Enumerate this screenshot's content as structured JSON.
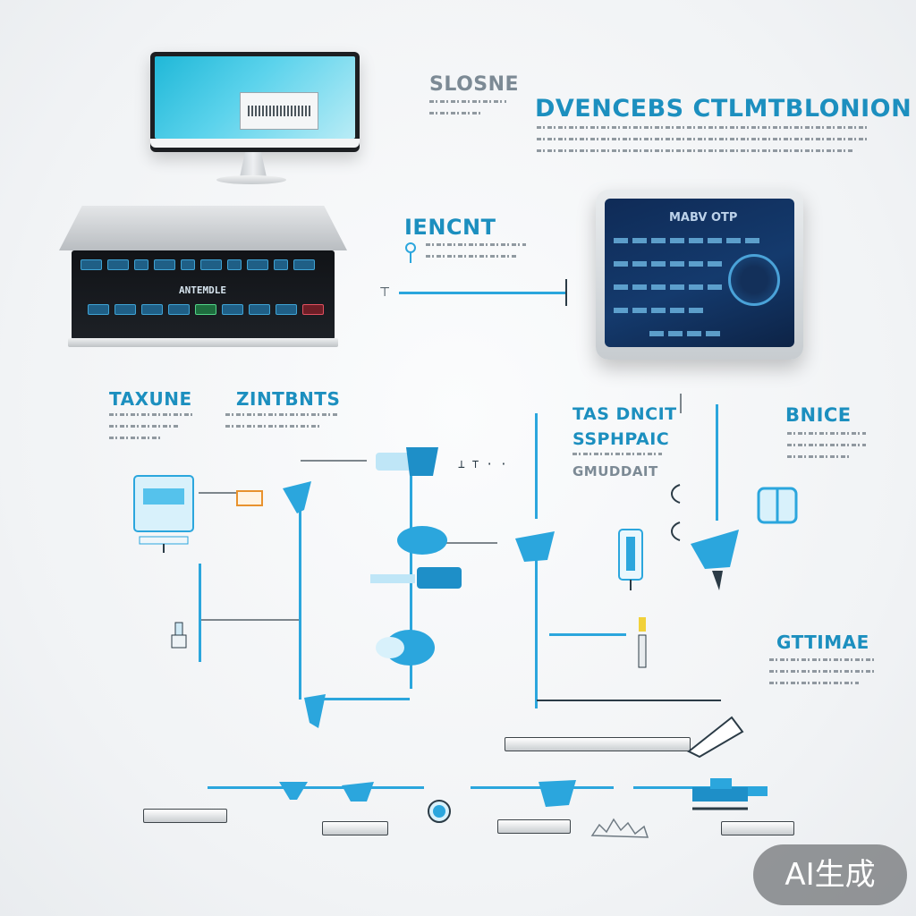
{
  "headings": {
    "monitor_caption": "SLOSNE",
    "main_title": "DVENCEBS CTLMTBLONION",
    "console_caption": "IENCNT",
    "left_caption_a": "TAXUNE",
    "left_caption_b": "ZINTBNTS",
    "center_caption_1": "TAS DNCIT",
    "center_caption_2": "SSPHPAIC",
    "center_caption_3": "GMUDDAIT",
    "right_caption_top": "BNICE",
    "right_caption_mid": "GTTIMAE"
  },
  "devices": {
    "console_label": "ANTEMDLE",
    "tablet_title": "MABV OTP"
  },
  "watermark": {
    "text": "AI生成"
  },
  "colors": {
    "accent": "#2ba6dd",
    "title": "#1c8fbf",
    "tablet_screen": "#143a6d",
    "monitor_screen": "#20b8d8"
  }
}
